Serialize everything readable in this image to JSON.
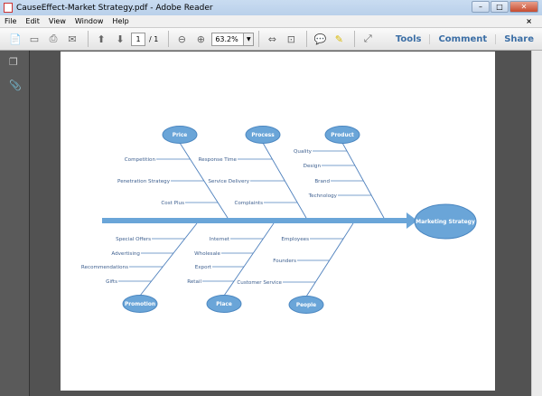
{
  "window": {
    "title": "CauseEffect-Market Strategy.pdf - Adobe Reader"
  },
  "menu": [
    "File",
    "Edit",
    "View",
    "Window",
    "Help"
  ],
  "toolbar": {
    "page": "1",
    "page_total": "/ 1",
    "zoom": "63.2%",
    "tools": "Tools",
    "comment": "Comment",
    "share": "Share"
  },
  "diagram": {
    "effect": "Marketing Strategy",
    "categories": [
      {
        "name": "Price",
        "causes": [
          "Competition",
          "Penetration Strategy",
          "Cost Plus"
        ]
      },
      {
        "name": "Process",
        "causes": [
          "Response Time",
          "Service Delivery",
          "Complaints"
        ]
      },
      {
        "name": "Product",
        "causes": [
          "Quality",
          "Design",
          "Brand",
          "Technology"
        ]
      },
      {
        "name": "Promotion",
        "causes": [
          "Special Offers",
          "Advertising",
          "Recommendations",
          "Gifts"
        ]
      },
      {
        "name": "Place",
        "causes": [
          "Internet",
          "Wholesale",
          "Export",
          "Retail"
        ]
      },
      {
        "name": "People",
        "causes": [
          "Employees",
          "Founders",
          "Customer Service"
        ]
      }
    ],
    "colors": {
      "node": "#6aa5d8",
      "line": "#4f81bd",
      "text": "#3d5f8f"
    }
  }
}
